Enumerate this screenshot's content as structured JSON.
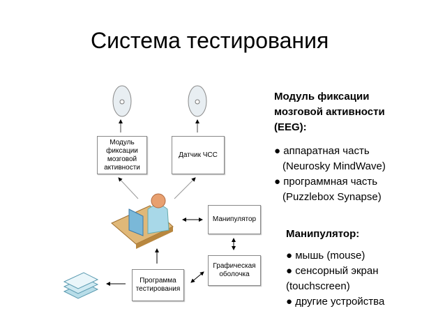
{
  "title": "Система тестирования",
  "diagram": {
    "brain_module": "Модуль фиксации мозговой активности",
    "hr_sensor": "Датчик ЧСС",
    "manipulator": "Манипулятор",
    "gui": "Графическая оболочка",
    "test_program": "Программа тестирования"
  },
  "right": {
    "brain_heading": "Модуль фиксации мозговой активности (EEG):",
    "brain_items": [
      "● аппаратная часть",
      "(Neurosky MindWave)",
      "● программная часть",
      "(Puzzlebox Synapse)"
    ],
    "manip_heading": "Манипулятор:",
    "manip_items": [
      "● мышь (mouse)",
      "● сенсорный экран",
      "(touchscreen)",
      "● другие устройства"
    ]
  }
}
